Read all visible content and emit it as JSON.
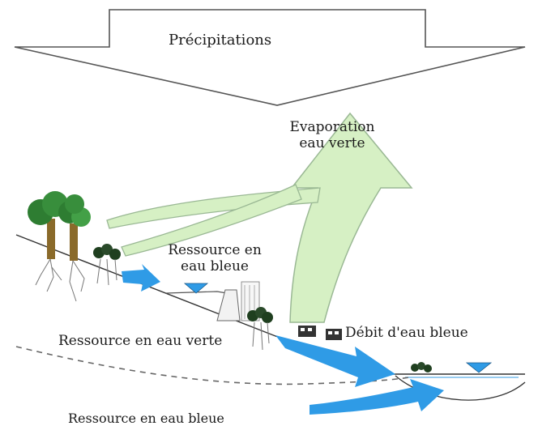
{
  "labels": {
    "precipitation": "Précipitations",
    "evaporation_line1": "Evaporation",
    "evaporation_line2": "eau verte",
    "blue_resource_surface_line1": "Ressource en",
    "blue_resource_surface_line2": "eau bleue",
    "green_resource_soil": "Ressource en eau verte",
    "blue_flow": "Débit d'eau bleue",
    "blue_resource_ground": "Ressource en eau bleue"
  },
  "colors": {
    "green_arrow_fill": "#d6f0c4",
    "green_arrow_stroke": "#9ab894",
    "blue_water": "#2f9be6",
    "precip_stroke": "#555555",
    "ground": "#333333"
  },
  "icons": [
    "tree-icon",
    "shrub-icon",
    "dam-icon",
    "water-level-icon",
    "building-icon"
  ]
}
